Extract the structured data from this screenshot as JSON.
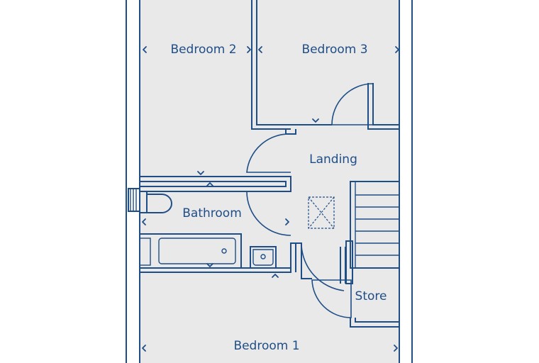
{
  "plan": {
    "colors": {
      "line": "#1f4e86",
      "floor": "#e9e9ea",
      "background": "#ffffff"
    },
    "rooms": {
      "bedroom2": "Bedroom 2",
      "bedroom3": "Bedroom 3",
      "landing": "Landing",
      "bathroom": "Bathroom",
      "store": "Store",
      "bedroom1": "Bedroom 1"
    },
    "icons": [
      "chevron-left-icon",
      "chevron-right-icon",
      "chevron-up-icon",
      "chevron-down-icon",
      "loft-hatch-icon",
      "toilet-icon",
      "bath-icon",
      "basin-icon",
      "staircase-icon"
    ]
  }
}
